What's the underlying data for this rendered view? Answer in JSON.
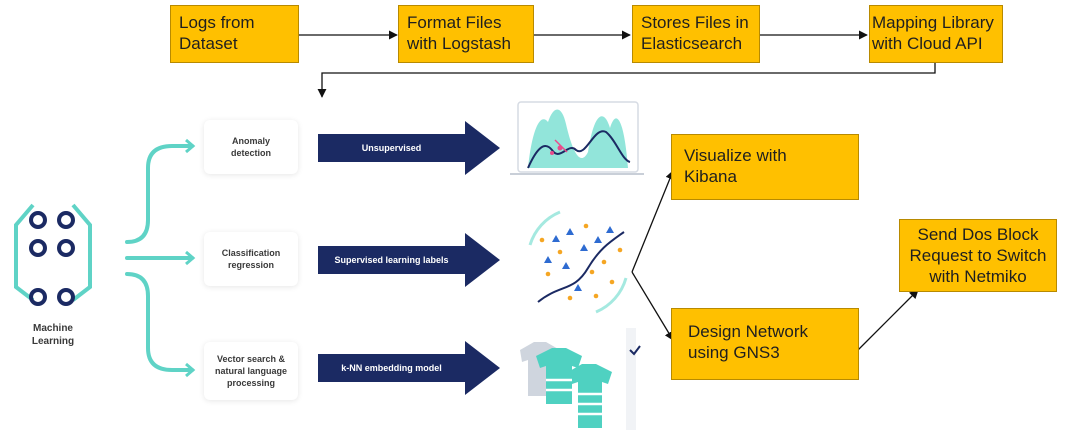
{
  "pipeline": {
    "logs": "Logs from\nDataset",
    "format": "Format Files\nwith Logstash",
    "stores": "Stores Files in\nElasticsearch",
    "mapping": "Mapping Library\nwith Cloud API"
  },
  "ml": {
    "label": "Machine\nLearning",
    "cards": {
      "anomaly": "Anomaly\ndetection",
      "classification": "Classification\nregression",
      "vector": "Vector search &\nnatural language\nprocessing"
    },
    "arrows": {
      "unsupervised": "Unsupervised",
      "supervised": "Supervised learning labels",
      "knn": "k-NN embedding model"
    }
  },
  "outputs": {
    "kibana": "Visualize with\nKibana",
    "gns3": "Design Network\nusing GNS3",
    "netmiko": "Send Dos Block\nRequest  to Switch\nwith Netmiko"
  },
  "colors": {
    "box": "#FFC000",
    "teal": "#5fd3c6",
    "navy": "#1b2a63",
    "dot_blue": "#2e6bd1",
    "dot_gold": "#f5a623"
  }
}
